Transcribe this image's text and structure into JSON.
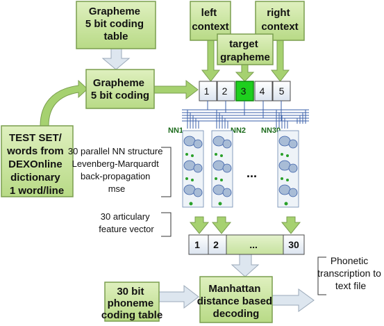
{
  "boxes": {
    "grapheme_table": [
      "Grapheme",
      "5 bit coding",
      "table"
    ],
    "left_context": [
      "left",
      "context"
    ],
    "right_context": [
      "right",
      "context"
    ],
    "target_grapheme": [
      "target",
      "grapheme"
    ],
    "grapheme_coding": [
      "Grapheme",
      "5 bit coding"
    ],
    "test_set": [
      "TEST SET/",
      "words from",
      "DEXOnline",
      "dictionary",
      "1 word/line"
    ],
    "phoneme_table": [
      "30 bit",
      "phoneme",
      "coding table"
    ],
    "manhattan": [
      "Manhattan",
      "distance based",
      "decoding"
    ]
  },
  "input_cells": [
    "1",
    "2",
    "3",
    "4",
    "5"
  ],
  "nn_labels": [
    "NN1",
    "NN2",
    "NN30"
  ],
  "nn_ellipsis": "...",
  "nn_structure_text": [
    "30 parallel NN structure",
    "Levenberg-Marquardt",
    "back-propagation",
    "mse"
  ],
  "feature_vector_text": [
    "30 articulary",
    "feature vector"
  ],
  "output_cells": [
    "1",
    "2",
    "...",
    "30"
  ],
  "phonetic_text": [
    "Phonetic",
    "transcription to",
    "text file"
  ],
  "colors": {
    "box_fill": "#c9e59b",
    "box_stroke": "#7a9e4e",
    "target_cell": "#22cc22",
    "arrow_green": "#9fcc6a",
    "arrow_gray": "#dbe4ee",
    "wire_blue": "#3a5fa8"
  }
}
